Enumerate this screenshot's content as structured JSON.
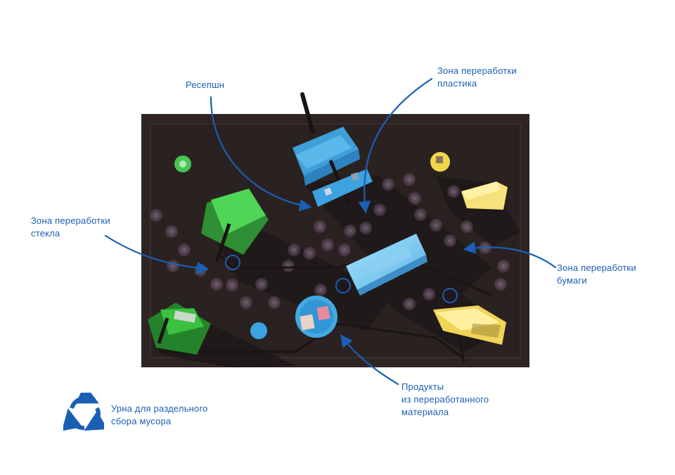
{
  "labels": {
    "reception": "Ресепшн",
    "plastic": [
      "Зона переработки",
      "пластика"
    ],
    "glass": [
      "Зона переработки",
      "стекла"
    ],
    "paper": [
      "Зона переработки",
      "бумаги"
    ],
    "products": [
      "Продукты",
      "из переработанного",
      "материала"
    ]
  },
  "legend": {
    "icon": "recycle-bin-icon",
    "text": [
      "Урна для раздельного",
      "сбора мусора"
    ]
  },
  "colors": {
    "accent": "#1a5fb4",
    "floor": "#2b2222",
    "green": "#3cc94a",
    "blue": "#4aa8e0",
    "yellow": "#f2d64a"
  }
}
